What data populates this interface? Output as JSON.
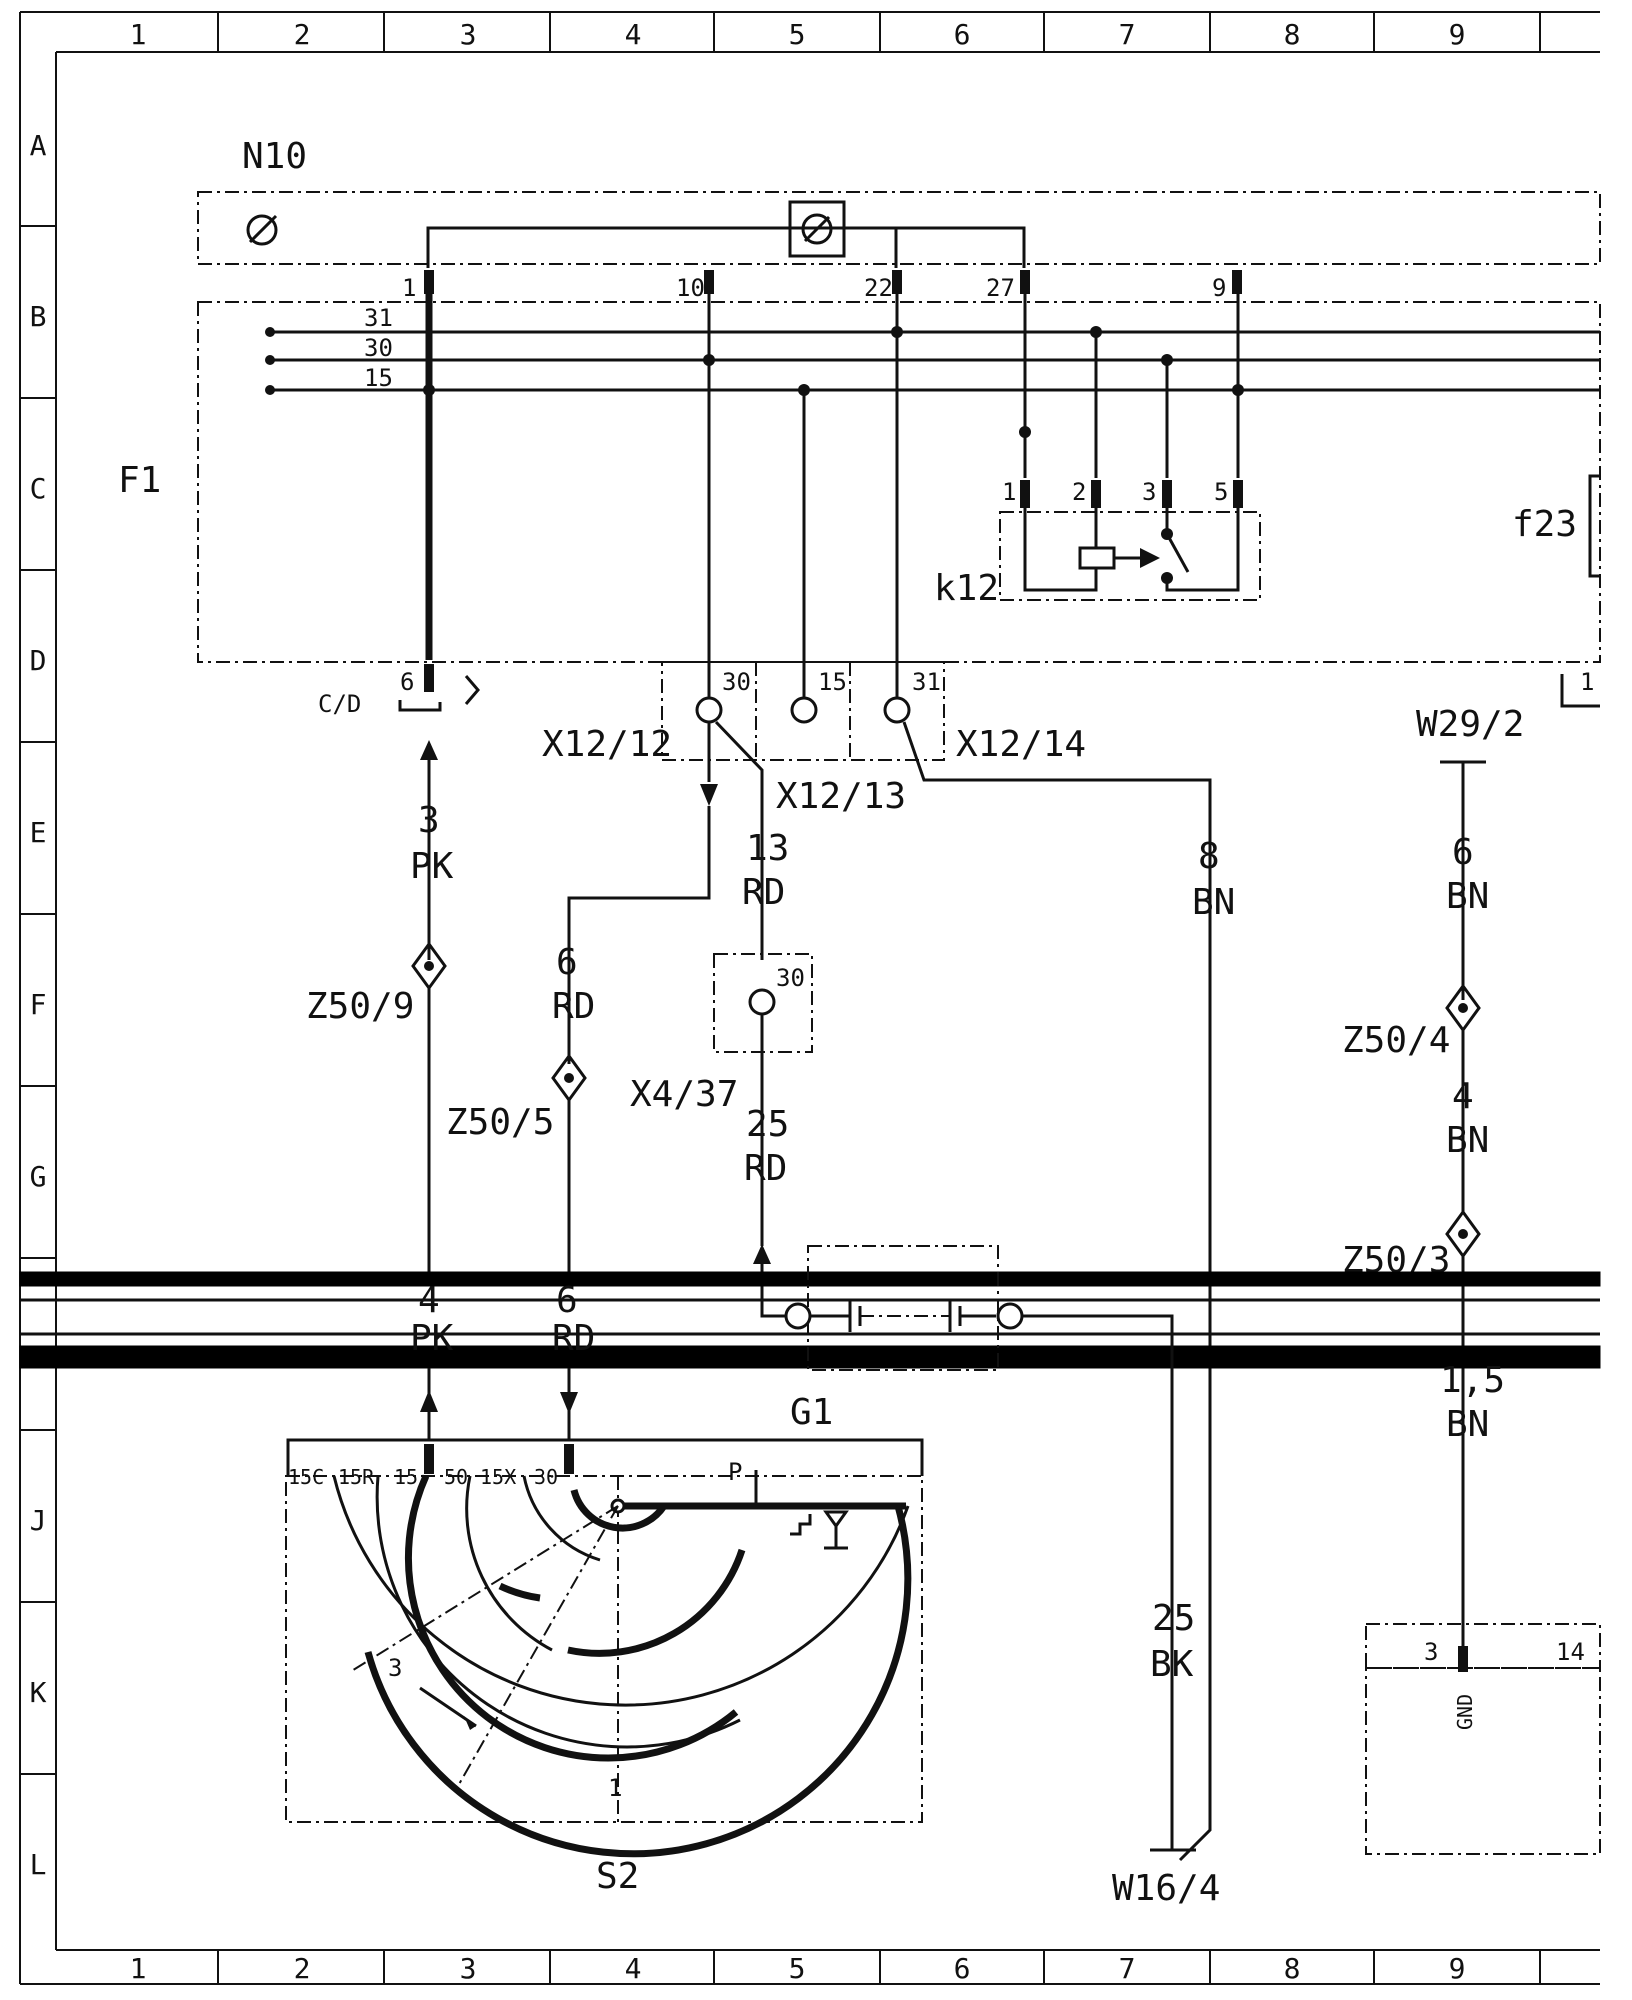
{
  "grid": {
    "columns": [
      "1",
      "2",
      "3",
      "4",
      "5",
      "6",
      "7",
      "8",
      "9"
    ],
    "rows": [
      "A",
      "B",
      "C",
      "D",
      "E",
      "F",
      "G",
      "",
      "",
      "J",
      "K",
      "L"
    ]
  },
  "components": {
    "n10": "N10",
    "f1": "F1",
    "k12": "k12",
    "f23": "f23",
    "g1": "G1",
    "s2": "S2"
  },
  "connectors": {
    "cd": "C/D",
    "x12_12": "X12/12",
    "x12_13": "X12/13",
    "x12_14": "X12/14",
    "x4_37": "X4/37",
    "z50_9": "Z50/9",
    "z50_5": "Z50/5",
    "z50_4": "Z50/4",
    "z50_3": "Z50/3",
    "w29_2": "W29/2",
    "w16_4": "W16/4"
  },
  "pins": {
    "n10": [
      "1",
      "10",
      "22",
      "27",
      "9"
    ],
    "rails": [
      "31",
      "30",
      "15"
    ],
    "k12": [
      "1",
      "2",
      "3",
      "5"
    ],
    "fuse": [
      "30",
      "15",
      "31"
    ],
    "f1_bottom": "6",
    "x4_37": "30",
    "right_partial": "1",
    "ecm": [
      "3",
      "14"
    ],
    "gnd": "GND",
    "s2": [
      "15C",
      "15R",
      "15",
      "50",
      "15X",
      "30"
    ],
    "s2_p": "P",
    "s2_1": "1",
    "s2_3": "3"
  },
  "wires": {
    "pk_upper": {
      "size": "3",
      "color": "PK"
    },
    "rd_left": {
      "size": "6",
      "color": "RD"
    },
    "rd_13": {
      "size": "13",
      "color": "RD"
    },
    "rd_25": {
      "size": "25",
      "color": "RD"
    },
    "bn_8": {
      "size": "8",
      "color": "BN"
    },
    "bn_6": {
      "size": "6",
      "color": "BN"
    },
    "bn_4": {
      "size": "4",
      "color": "BN"
    },
    "pk_lower": {
      "size": "4",
      "color": "PK"
    },
    "rd_lower": {
      "size": "6",
      "color": "RD"
    },
    "bn_15": {
      "size": "1,5",
      "color": "BN"
    },
    "bk_25": {
      "size": "25",
      "color": "BK"
    }
  }
}
